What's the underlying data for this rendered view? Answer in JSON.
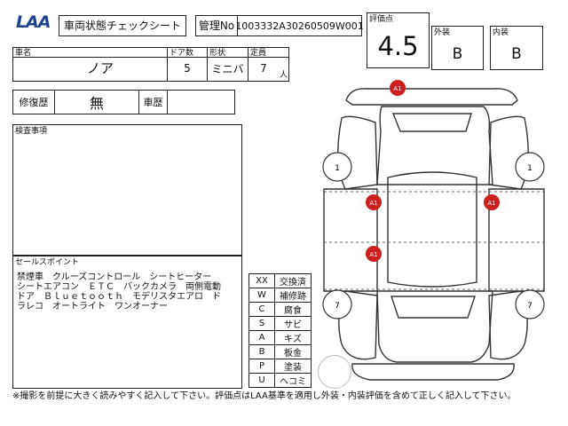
{
  "header": {
    "logo": "LAA",
    "title": "車両状態チェックシート",
    "mgmt_label": "管理No",
    "mgmt_no": "1003332A30260509W001"
  },
  "grade": {
    "score_label": "評価点",
    "score": "4.5",
    "exterior_label": "外装",
    "exterior": "B",
    "interior_label": "内装",
    "interior": "B"
  },
  "vehicle": {
    "name_label": "車名",
    "name": "ノア",
    "doors_label": "ドア数",
    "doors": "5",
    "shape_label": "形状",
    "shape": "ミニバ",
    "capacity_label": "定員",
    "capacity": "7",
    "capacity_unit": "人"
  },
  "history": {
    "repair_label": "修復歴",
    "repair": "無",
    "car_history_label": "車歴",
    "car_history": ""
  },
  "inspection": {
    "label": "検査事項",
    "content": ""
  },
  "sales": {
    "label": "セールスポイント",
    "text": "禁煙車　クルーズコントロール　シートヒーター\nシートエアコン　ＥＴＣ　バックカメラ　両側電動\nドア　Ｂｌｕｅｔｏｏｔｈ　モデリスタエアロ　ド\nラレコ　オートライト　ワンオーナー"
  },
  "legend": [
    {
      "code": "XX",
      "desc": "交換済"
    },
    {
      "code": "W",
      "desc": "補修跡"
    },
    {
      "code": "C",
      "desc": "腐食"
    },
    {
      "code": "S",
      "desc": "サビ"
    },
    {
      "code": "A",
      "desc": "キズ"
    },
    {
      "code": "B",
      "desc": "板金"
    },
    {
      "code": "P",
      "desc": "塗装"
    },
    {
      "code": "U",
      "desc": "ヘコミ"
    }
  ],
  "damage_marks": [
    {
      "id": "front",
      "label": "A1",
      "color": "#cc1f1f"
    },
    {
      "id": "left-door",
      "label": "A1",
      "color": "#cc1f1f"
    },
    {
      "id": "right-door",
      "label": "A1",
      "color": "#cc1f1f"
    },
    {
      "id": "roof",
      "label": "A1",
      "color": "#cc1f1f"
    }
  ],
  "tire_marks": [
    {
      "id": "fl",
      "label": "1"
    },
    {
      "id": "fr",
      "label": "1"
    },
    {
      "id": "rl",
      "label": "7"
    },
    {
      "id": "rr",
      "label": "7"
    }
  ],
  "footer": "※撮影を前提に大きく読みやすく記入して下さい。評価点はLAA基準を適用し外装・内装評価を含めて正しく記入して下さい。"
}
